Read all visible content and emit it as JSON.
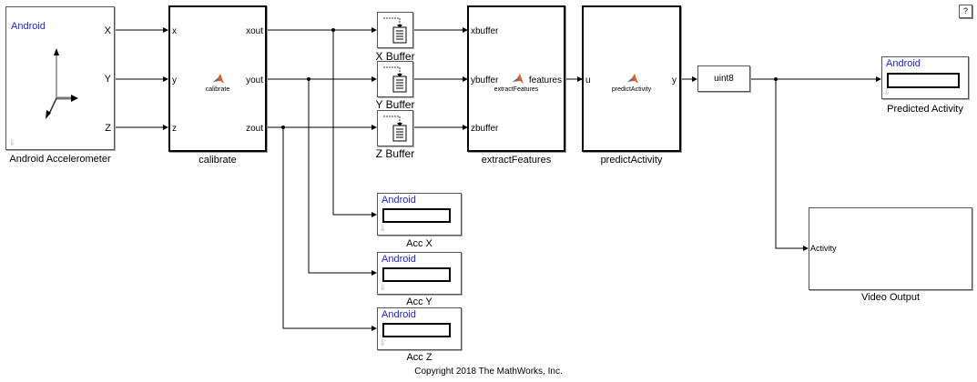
{
  "blocks": {
    "accelerometer": {
      "tag": "Android",
      "name": "Android Accelerometer",
      "ports_out": [
        "X",
        "Y",
        "Z"
      ]
    },
    "calibrate": {
      "name": "calibrate",
      "function": "calibrate",
      "ports_in": [
        "x",
        "y",
        "z"
      ],
      "ports_out": [
        "xout",
        "yout",
        "zout"
      ]
    },
    "x_buffer": {
      "name": "X Buffer"
    },
    "y_buffer": {
      "name": "Y Buffer"
    },
    "z_buffer": {
      "name": "Z Buffer"
    },
    "extract_features": {
      "name": "extractFeatures",
      "function": "extractFeatures",
      "ports_in": [
        "xbuffer",
        "ybuffer",
        "zbuffer"
      ],
      "ports_out": [
        "features"
      ]
    },
    "predict_activity": {
      "name": "predictActivity",
      "function": "predictActivity",
      "ports_in": [
        "u"
      ],
      "ports_out": [
        "y"
      ]
    },
    "convert": {
      "label": "uint8"
    },
    "predicted_activity": {
      "tag": "Android",
      "name": "Predicted Activity"
    },
    "acc_x": {
      "tag": "Android",
      "name": "Acc X"
    },
    "acc_y": {
      "tag": "Android",
      "name": "Acc Y"
    },
    "acc_z": {
      "tag": "Android",
      "name": "Acc Z"
    },
    "video_output": {
      "name": "Video Output",
      "ports_in": [
        "Activity"
      ]
    }
  },
  "help_label": "?",
  "copyright": "Copyright 2018 The MathWorks, Inc."
}
